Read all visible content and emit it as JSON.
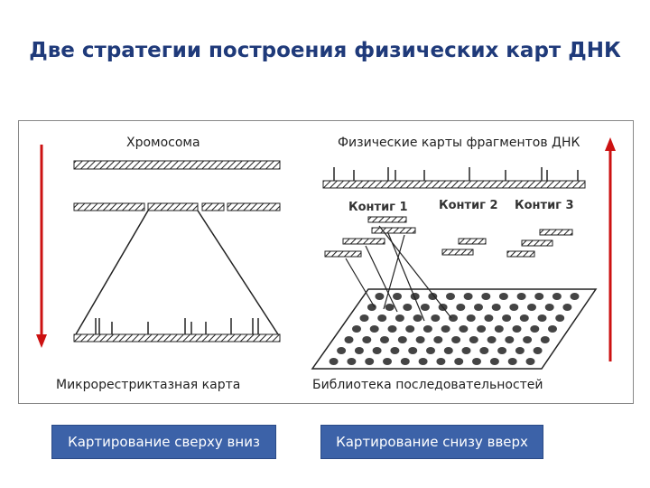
{
  "title": "Две стратегии построения физических карт ДНК",
  "left": {
    "top_label": "Хромосома",
    "bottom_label": "Микрорестриктазная карта",
    "button": "Картирование сверху вниз"
  },
  "right": {
    "top_label": "Физические карты фрагментов ДНК",
    "contigs": [
      "Контиг 1",
      "Контиг 2",
      "Контиг 3"
    ],
    "bottom_label": "Библиотека последовательностей",
    "button": "Картирование снизу вверх"
  },
  "colors": {
    "title": "#1f3a7a",
    "arrow": "#cc1111",
    "button": "#3c62a8"
  }
}
